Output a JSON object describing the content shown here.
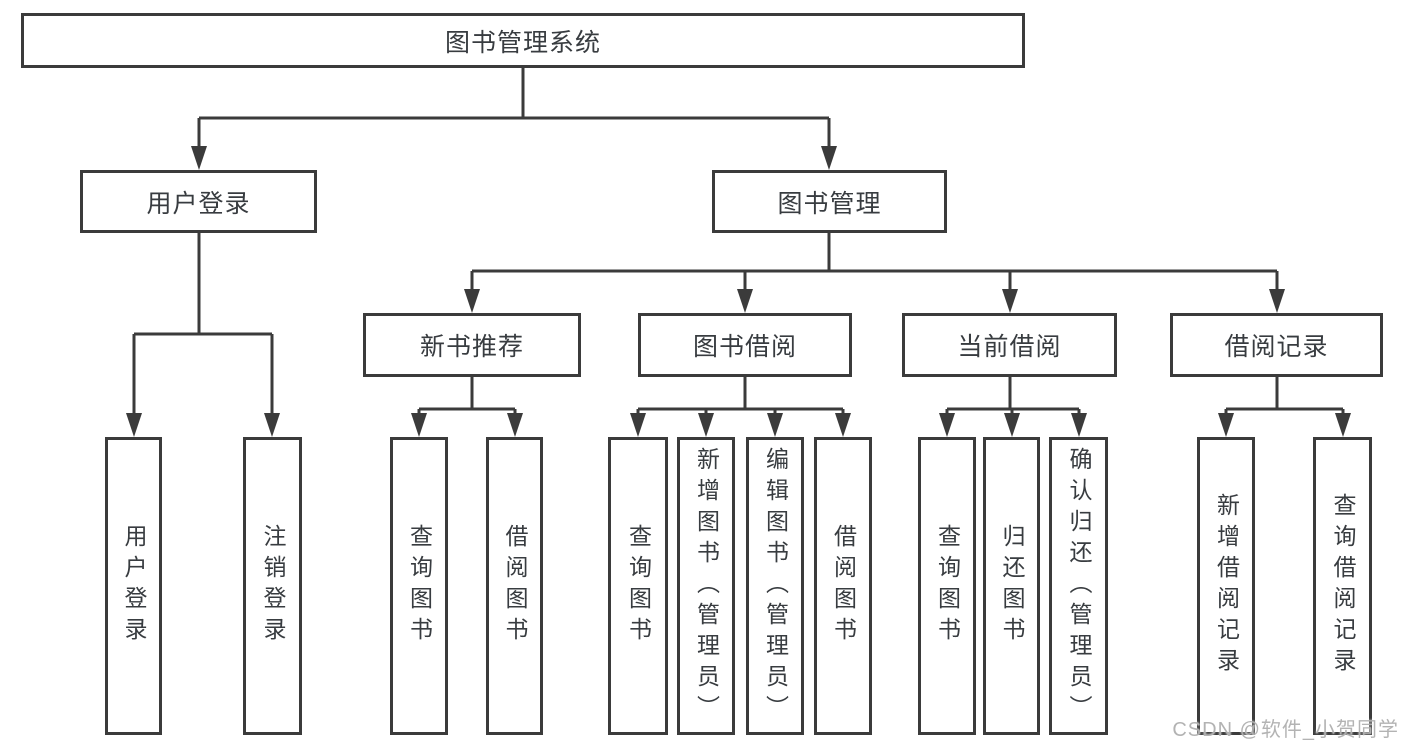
{
  "diagram": {
    "root": {
      "label": "图书管理系统"
    },
    "branches": [
      {
        "label": "用户登录",
        "children": [
          {
            "label": "用户登录"
          },
          {
            "label": "注销登录"
          }
        ]
      },
      {
        "label": "图书管理",
        "children": [
          {
            "label": "新书推荐",
            "children": [
              {
                "label": "查询图书"
              },
              {
                "label": "借阅图书"
              }
            ]
          },
          {
            "label": "图书借阅",
            "children": [
              {
                "label": "查询图书"
              },
              {
                "label": "新增图书（管理员）"
              },
              {
                "label": "编辑图书（管理员）"
              },
              {
                "label": "借阅图书"
              }
            ]
          },
          {
            "label": "当前借阅",
            "children": [
              {
                "label": "查询图书"
              },
              {
                "label": "归还图书"
              },
              {
                "label": "确认归还（管理员）"
              }
            ]
          },
          {
            "label": "借阅记录",
            "children": [
              {
                "label": "新增借阅记录"
              },
              {
                "label": "查询借阅记录"
              }
            ]
          }
        ]
      }
    ]
  },
  "watermark": {
    "text": "CSDN @软件_小贺同学"
  },
  "colors": {
    "line": "#3b3b3b",
    "text": "#383c40",
    "background": "#ffffff",
    "watermark": "#afafaf"
  }
}
